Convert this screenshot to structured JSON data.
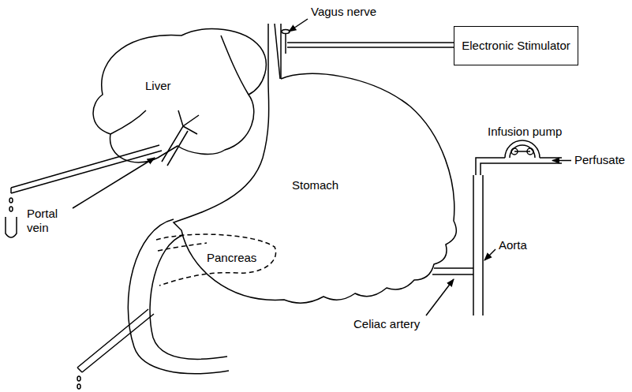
{
  "diagram": {
    "nodes": [
      {
        "text": [
          "Electronic Stimulator"
        ]
      }
    ],
    "labels": [
      "Vagus nerve",
      "Liver",
      "Stomach",
      "Pancreas",
      "Portal vein",
      "Infusion pump",
      "Perfusate",
      "Aorta",
      "Celiac artery"
    ]
  }
}
